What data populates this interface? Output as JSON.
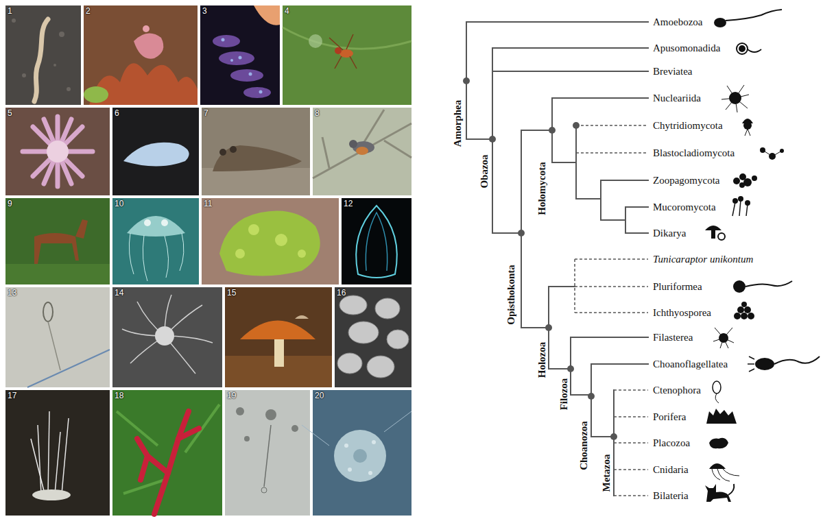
{
  "diagram": {
    "nodes": [
      {
        "text": [
          "Amoebozoa"
        ]
      },
      {
        "text": [
          "Apusomonadida"
        ]
      },
      {
        "text": [
          "Breviatea"
        ]
      },
      {
        "text": [
          "Nucleariida"
        ]
      },
      {
        "text": [
          "Chytridiomycota"
        ]
      },
      {
        "text": [
          "Blastocladiomycota"
        ]
      },
      {
        "text": [
          "Zoopagomycota"
        ]
      },
      {
        "text": [
          "Mucoromycota"
        ]
      },
      {
        "text": [
          "Dikarya"
        ]
      },
      {
        "text": [
          "Tunicaraptor unikontum"
        ]
      },
      {
        "text": [
          "Pluriformea"
        ]
      },
      {
        "text": [
          "Ichthyosporea"
        ]
      },
      {
        "text": [
          "Filasterea"
        ]
      },
      {
        "text": [
          "Choanoflagellatea"
        ]
      },
      {
        "text": [
          "Ctenophora"
        ]
      },
      {
        "text": [
          "Porifera"
        ]
      },
      {
        "text": [
          "Placozoa"
        ]
      },
      {
        "text": [
          "Cnidaria"
        ]
      },
      {
        "text": [
          "Bilateria"
        ]
      }
    ],
    "labels": [
      "1",
      "2",
      "3",
      "4",
      "5",
      "6",
      "7",
      "8",
      "9",
      "10",
      "11",
      "12",
      "13",
      "14",
      "15",
      "16",
      "17",
      "18",
      "19",
      "20",
      "Amorphea",
      "Obazoa",
      "Holomycota",
      "Opisthokonta",
      "Holozoa",
      "Filozoa",
      "Choanozoa",
      "Metazoa"
    ]
  }
}
